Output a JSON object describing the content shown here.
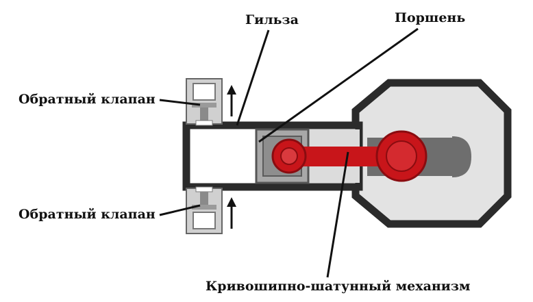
{
  "labels": {
    "sleeve": "Гильза",
    "piston": "Поршень",
    "valve_top": "Обратный клапан",
    "valve_bottom": "Обратный клапан",
    "crank_mechanism": "Кривошипно-шатунный механизм"
  },
  "colors": {
    "outline": "#2b2b2b",
    "cylinder_fill": "#ffffff",
    "housing_fill": "#e3e3e3",
    "piston_fill": "#a8a8a8",
    "shaft_fill": "#6e6e6e",
    "linkage_red": "#c8151a",
    "leader_line": "#111111"
  },
  "icons": {
    "flow_arrow": "arrow-up-icon"
  }
}
